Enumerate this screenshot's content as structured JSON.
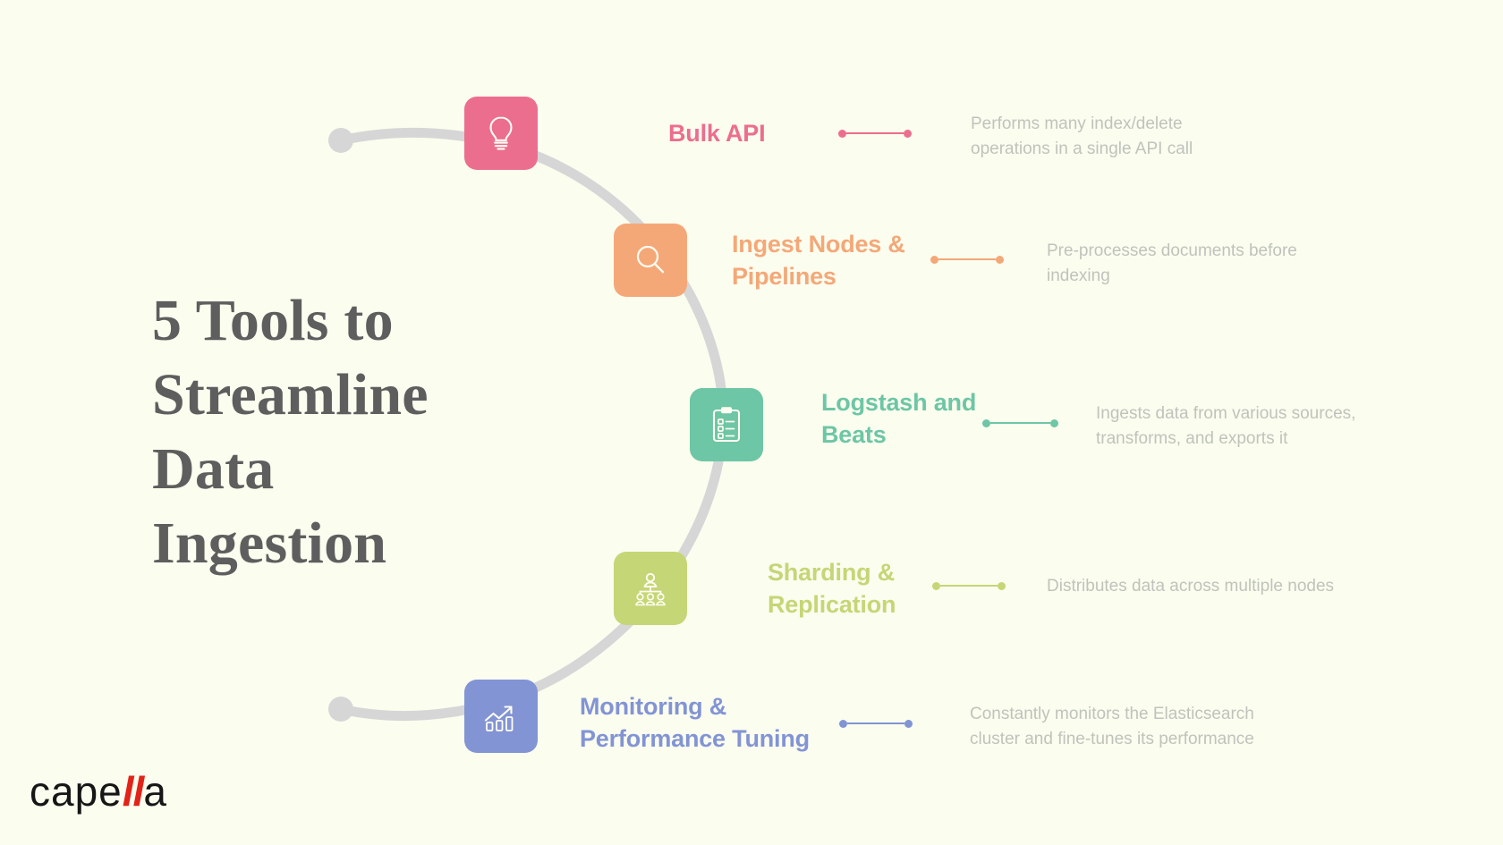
{
  "page": {
    "background_color": "#FBFDEF",
    "title_lines": [
      "5 Tools to",
      "Streamline",
      "Data",
      "Ingestion"
    ],
    "title_color": "#5E5E5E"
  },
  "arc": {
    "line_color": "#D6D6D6",
    "end_cap_color": "#D6D6D6"
  },
  "items": [
    {
      "id": "bulk-api",
      "icon": "lightbulb-icon",
      "color": "#EC6E8E",
      "label_lines": [
        "Bulk API"
      ],
      "desc_lines": [
        "Performs many index/delete",
        "operations in a single API call"
      ]
    },
    {
      "id": "ingest-nodes-pipelines",
      "icon": "magnifier-icon",
      "color": "#F4A878",
      "label_lines": [
        "Ingest Nodes &",
        "Pipelines"
      ],
      "desc_lines": [
        "Pre-processes documents before",
        "indexing"
      ]
    },
    {
      "id": "logstash-and-beats",
      "icon": "clipboard-checklist-icon",
      "color": "#6DC6A5",
      "label_lines": [
        "Logstash and",
        "Beats"
      ],
      "desc_lines": [
        "Ingests data from various sources,",
        "transforms, and exports it"
      ]
    },
    {
      "id": "sharding-replication",
      "icon": "network-nodes-icon",
      "color": "#C5D676",
      "label_lines": [
        "Sharding &",
        "Replication"
      ],
      "desc_lines": [
        "Distributes data across multiple nodes"
      ]
    },
    {
      "id": "monitoring-performance-tuning",
      "icon": "bar-chart-trend-icon",
      "color": "#8294D4",
      "label_lines": [
        "Monitoring &",
        "Performance Tuning"
      ],
      "desc_lines": [
        "Constantly monitors the Elasticsearch",
        "cluster and fine-tunes its performance"
      ]
    }
  ],
  "logo": {
    "part_a": "cape",
    "part_red": "ll",
    "part_b": "a"
  }
}
